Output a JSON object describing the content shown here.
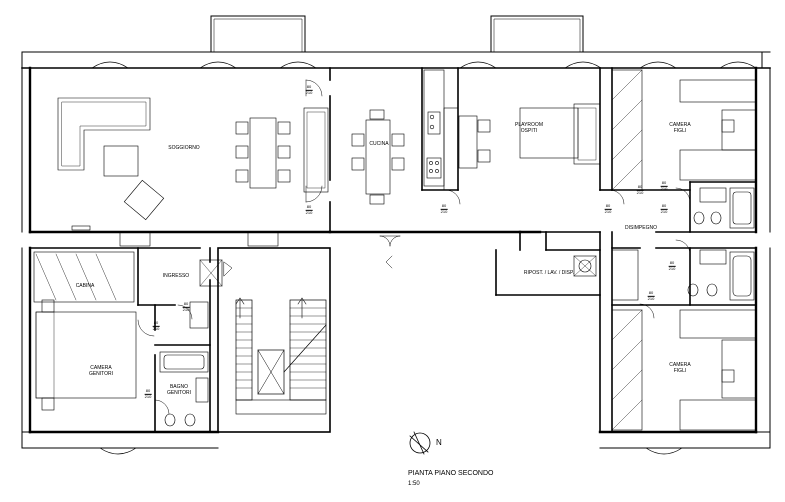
{
  "plan": {
    "title": "PIANTA PIANO SECONDO",
    "scale": "1:50",
    "north_label": "N"
  },
  "rooms": {
    "soggiorno": "SOGGIORNO",
    "cucina": "CUCINA",
    "playroom": "PLAYROOM\nOSPITI",
    "camera_figli_1": "CAMERA\nFIGLI",
    "camera_figli_2": "CAMERA\nFIGLI",
    "disimpegno": "DISIMPEGNO",
    "ripostiglio": "RIPOST. / LAV. / DISP.",
    "ingresso": "INGRESSO",
    "cabina": "CABINA",
    "camera_genitori": "CAMERA\nGENITORI",
    "bagno_genitori": "BAGNO\nGENITORI"
  },
  "doors": [
    {
      "id": "d1",
      "w": "80",
      "h": "210"
    },
    {
      "id": "d2",
      "w": "80",
      "h": "210"
    },
    {
      "id": "d3",
      "w": "80",
      "h": "210"
    },
    {
      "id": "d4",
      "w": "80",
      "h": "210"
    },
    {
      "id": "d5",
      "w": "80",
      "h": "210"
    },
    {
      "id": "d6",
      "w": "80",
      "h": "210"
    },
    {
      "id": "d7",
      "w": "80",
      "h": "210"
    },
    {
      "id": "d8",
      "w": "80",
      "h": "210"
    },
    {
      "id": "d9",
      "w": "80",
      "h": "210"
    },
    {
      "id": "d10",
      "w": "80",
      "h": "210"
    },
    {
      "id": "d11",
      "w": "80",
      "h": "210"
    },
    {
      "id": "d12",
      "w": "80",
      "h": "210"
    }
  ]
}
